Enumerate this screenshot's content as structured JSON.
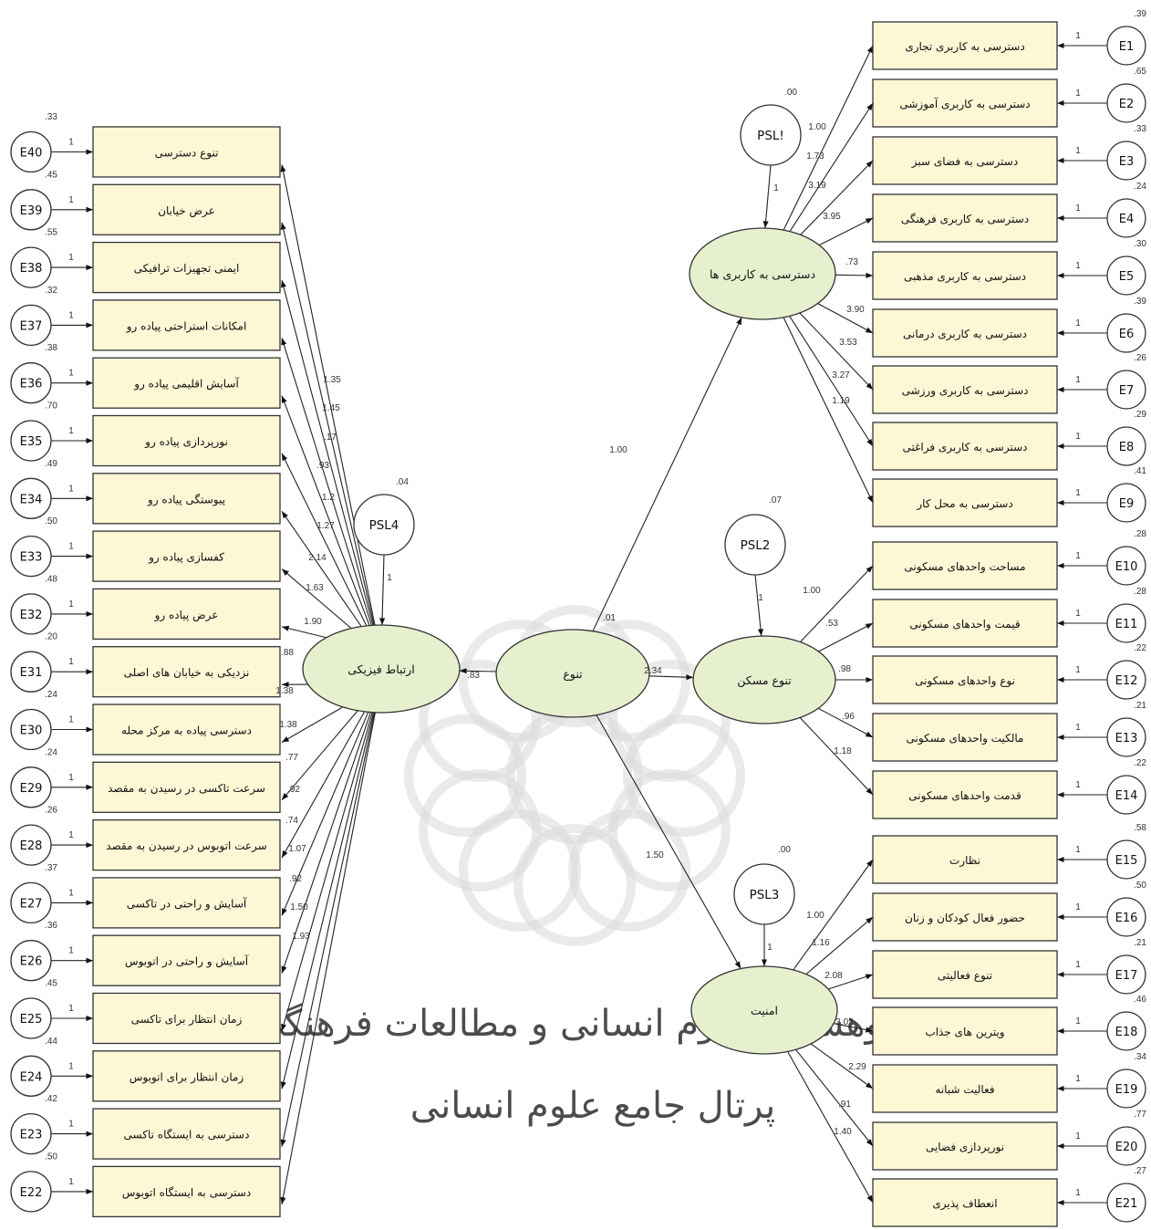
{
  "latents": {
    "root": {
      "label": "تنوع",
      "variance": ".01"
    },
    "access": {
      "label": "دسترسی به کاربری ها",
      "residual": "PSL!",
      "variance": ".00"
    },
    "housing": {
      "label": "تنوع مسکن",
      "residual": "PSL2",
      "variance": ".07"
    },
    "safety": {
      "label": "امنیت",
      "residual": "PSL3",
      "variance": ".00"
    },
    "physical": {
      "label": "ارتباط فیزیکی",
      "residual": "PSL4",
      "variance": ".04"
    }
  },
  "structural_paths": {
    "root_access": "1.00",
    "root_housing": "2.34",
    "root_safety": "1.50",
    "root_physical": ".83",
    "residual_one": "1"
  },
  "access_items": [
    {
      "label": "دسترسی به کاربری تجاری",
      "error": "E1",
      "r2": ".39",
      "loading": "1.00"
    },
    {
      "label": "دسترسی به کاربری آموزشی",
      "error": "E2",
      "r2": ".65",
      "loading": "1.73"
    },
    {
      "label": "دسترسی به فضای سبز",
      "error": "E3",
      "r2": ".33",
      "loading": "3.19"
    },
    {
      "label": "دسترسی به کاربری فرهنگی",
      "error": "E4",
      "r2": ".24",
      "loading": "3.95"
    },
    {
      "label": "دسترسی به کاربری مذهبی",
      "error": "E5",
      "r2": ".30",
      "loading": ".73"
    },
    {
      "label": "دسترسی به کاربری درمانی",
      "error": "E6",
      "r2": ".39",
      "loading": "3.90"
    },
    {
      "label": "دسترسی به کاربری ورزشی",
      "error": "E7",
      "r2": ".26",
      "loading": "3.53"
    },
    {
      "label": "دسترسی به کاربری فراغتی",
      "error": "E8",
      "r2": ".29",
      "loading": "3.27"
    },
    {
      "label": "دسترسی به محل کار",
      "error": "E9",
      "r2": ".41",
      "loading": "1.19"
    }
  ],
  "housing_items": [
    {
      "label": "مساحت واحدهای مسکونی",
      "error": "E10",
      "r2": ".28",
      "loading": "1.00"
    },
    {
      "label": "قیمت واحدهای مسکونی",
      "error": "E11",
      "r2": ".28",
      "loading": ".53"
    },
    {
      "label": "نوع واحدهای مسکونی",
      "error": "E12",
      "r2": ".22",
      "loading": ".98"
    },
    {
      "label": "مالکیت واحدهای مسکونی",
      "error": "E13",
      "r2": ".21",
      "loading": ".96"
    },
    {
      "label": "قدمت واحدهای مسکونی",
      "error": "E14",
      "r2": ".22",
      "loading": "1.18"
    }
  ],
  "safety_items": [
    {
      "label": "نظارت",
      "error": "E15",
      "r2": ".58",
      "loading": "1.00"
    },
    {
      "label": "حضور فعال کودکان و زنان",
      "error": "E16",
      "r2": ".50",
      "loading": "1.16"
    },
    {
      "label": "تنوع فعالیتی",
      "error": "E17",
      "r2": ".21",
      "loading": "2.08"
    },
    {
      "label": "ویترین های جذاب",
      "error": "E18",
      "r2": ".46",
      "loading": "3.02"
    },
    {
      "label": "فعالیت شبانه",
      "error": "E19",
      "r2": ".34",
      "loading": "2.29"
    },
    {
      "label": "نورپردازی فضایی",
      "error": "E20",
      "r2": ".77",
      "loading": ".91"
    },
    {
      "label": "انعطاف پذیری",
      "error": "E21",
      "r2": ".27",
      "loading": "1.40"
    }
  ],
  "physical_items": [
    {
      "label": "تنوع دسترسی",
      "error": "E40",
      "r2": ".33",
      "loading": "1.35"
    },
    {
      "label": "عرض خیابان",
      "error": "E39",
      "r2": ".45",
      "loading": "1.45"
    },
    {
      "label": "ایمنی تجهیزات ترافیکی",
      "error": "E38",
      "r2": ".55",
      "loading": ".17"
    },
    {
      "label": "امکانات استراحتی پیاده رو",
      "error": "E37",
      "r2": ".32",
      "loading": ".93"
    },
    {
      "label": "آسایش اقلیمی پیاده رو",
      "error": "E36",
      "r2": ".38",
      "loading": "1.2"
    },
    {
      "label": "نورپردازی پیاده رو",
      "error": "E35",
      "r2": ".70",
      "loading": "1.27"
    },
    {
      "label": "پیوستگی پیاده رو",
      "error": "E34",
      "r2": ".49",
      "loading": "2.14"
    },
    {
      "label": "کفسازی پیاده رو",
      "error": "E33",
      "r2": ".50",
      "loading": "1.63"
    },
    {
      "label": "عرض پیاده رو",
      "error": "E32",
      "r2": ".48",
      "loading": "1.90"
    },
    {
      "label": "نزدیکی به خیابان های اصلی",
      "error": "E31",
      "r2": ".20",
      "loading": ".88"
    },
    {
      "label": "دسترسی پیاده به مرکز محله",
      "error": "E30",
      "r2": ".24",
      "loading": "1.38"
    },
    {
      "label": "سرعت تاکسی در رسیدن به مقصد",
      "error": "E29",
      "r2": ".24",
      "loading": "1.38"
    },
    {
      "label": "سرعت اتوبوس در رسیدن به مقصد",
      "error": "E28",
      "r2": ".26",
      "loading": ".77"
    },
    {
      "label": "آسایش و راحتی در تاکسی",
      "error": "E27",
      "r2": ".37",
      "loading": ".92"
    },
    {
      "label": "آسایش و راحتی در اتوبوس",
      "error": "E26",
      "r2": ".36",
      "loading": ".74"
    },
    {
      "label": "زمان انتظار برای تاکسی",
      "error": "E25",
      "r2": ".45",
      "loading": "1.07"
    },
    {
      "label": "زمان انتظار برای اتوبوس",
      "error": "E24",
      "r2": ".44",
      "loading": ".92"
    },
    {
      "label": "دسترسی به ایستگاه تاکسی",
      "error": "E23",
      "r2": ".42",
      "loading": "1.50"
    },
    {
      "label": "دسترسی به ایستگاه اتوبوس",
      "error": "E22",
      "r2": ".50",
      "loading": "1.93"
    }
  ],
  "watermark": {
    "line1": "پژوهشگاه علوم انسانی و مطالعات فرهنگی",
    "line2": "پرتال جامع علوم انسانی"
  }
}
